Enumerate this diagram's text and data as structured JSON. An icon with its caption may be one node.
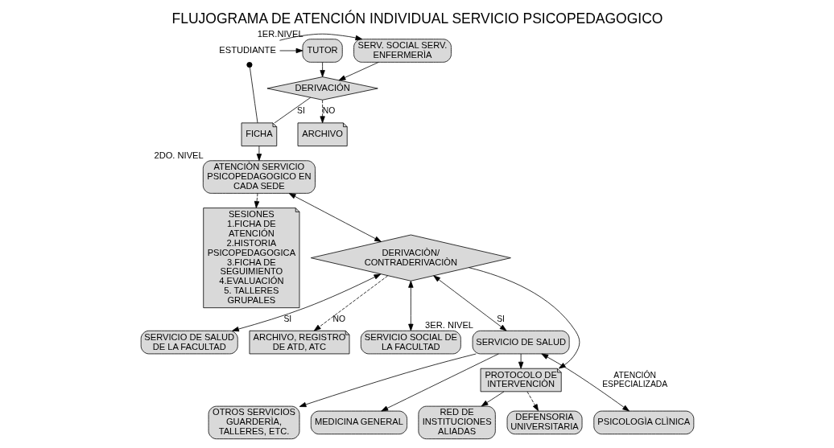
{
  "diagram": {
    "title": "FLUJOGRAMA DE ATENCIÓN INDIVIDUAL SERVICIO PSICOPEDAGOGICO",
    "nodes": [
      {
        "text": [
          "ESTUDIANTE"
        ]
      },
      {
        "text": [
          "TUTOR"
        ],
        "beside": [
          "1ER.NIVEL"
        ]
      },
      {
        "text": [
          "SERV. SOCIAL SERV. ENFERMERÌA"
        ]
      },
      {
        "text": [
          "FICHA"
        ]
      },
      {
        "text": [
          "DERIVACIÓN"
        ]
      },
      {
        "text": [
          "ARCHIVO"
        ]
      },
      {
        "text": [
          "ATENCIÒN SERVICIO PSICOPEDAGOGICO EN CADA SEDE"
        ],
        "beside": [
          "2DO. NIVEL"
        ]
      },
      {
        "text": [
          "SESIONES",
          "1.FICHA DE ATENCIÓN",
          "2.HISTORIA PSICOPEDAGOGICA",
          "3.FICHA DE SEGUIMIENTO",
          "4.EVALUACIÓN",
          "5. TALLERES GRUPALES"
        ]
      },
      {
        "text": [
          "SERVICIO DE SALUD DE LA FACULTAD"
        ]
      },
      {
        "text": [
          "ARCHIVO, REGISTRO DE ATD, ATC"
        ]
      },
      {
        "text": [
          "DERIVACIÒN/ CONTRADERIVACIÒN"
        ]
      },
      {
        "text": [
          "SERVICIO SOCIAL DE LA FACULTAD"
        ]
      },
      {
        "text": [
          "DEFENSORIA UNIVERSITARIA"
        ]
      },
      {
        "text": [
          "PROTOCOLO DE INTERVENCIÒN"
        ]
      },
      {
        "text": [
          "SERVICIO DE SALUD"
        ],
        "beside": [
          "3ER. NIVEL"
        ]
      },
      {
        "text": [
          "MEDICINA GENERAL"
        ]
      },
      {
        "text": [
          "PSICOLOGÌA CLÌNICA"
        ]
      },
      {
        "text": [
          "OTROS SERVICIOS",
          "GUARDERÌA, TALLERES, ETC."
        ]
      },
      {
        "text": [
          "RED DE INSTITUCIONES ALIADAS"
        ]
      }
    ],
    "edges": [
      {
        "from": 0,
        "to": 1,
        "arrow": "to"
      },
      {
        "from": 0,
        "to": 2,
        "arrow": "to"
      },
      {
        "from": 1,
        "to": 4,
        "arrow": "to"
      },
      {
        "from": 2,
        "to": 4,
        "arrow": "to"
      },
      {
        "from": 4,
        "to": 3,
        "arrow": "none",
        "label": "SI"
      },
      {
        "from": 4,
        "to": 5,
        "arrow": "to",
        "label": "NO",
        "style": "dashed"
      },
      {
        "from": 3,
        "to": 6,
        "arrow": "to"
      },
      {
        "from": 3,
        "to": 0,
        "arrow": "other"
      },
      {
        "from": 6,
        "to": 7,
        "arrow": "to",
        "style": "dashed"
      },
      {
        "from": 6,
        "to": 10,
        "arrow": "both"
      },
      {
        "from": 10,
        "to": 9,
        "arrow": "to",
        "label": "NO",
        "style": "dashed"
      },
      {
        "from": 10,
        "to": 8,
        "arrow": "both",
        "label": "SI"
      },
      {
        "from": 10,
        "to": 11,
        "arrow": "both"
      },
      {
        "from": 10,
        "to": 14,
        "arrow": "both",
        "label": "SI"
      },
      {
        "from": 10,
        "to": 13,
        "arrow": "to"
      },
      {
        "from": 14,
        "to": 13,
        "arrow": "to"
      },
      {
        "from": 13,
        "to": 12,
        "arrow": "to",
        "style": "dashed"
      },
      {
        "from": 13,
        "to": 18,
        "arrow": "to"
      },
      {
        "from": 14,
        "to": 15,
        "arrow": "to"
      },
      {
        "from": 14,
        "to": 16,
        "arrow": "both",
        "label": "ATENCIÓN ESPECIALIZADA"
      },
      {
        "from": 14,
        "to": 17,
        "arrow": "to"
      }
    ]
  }
}
